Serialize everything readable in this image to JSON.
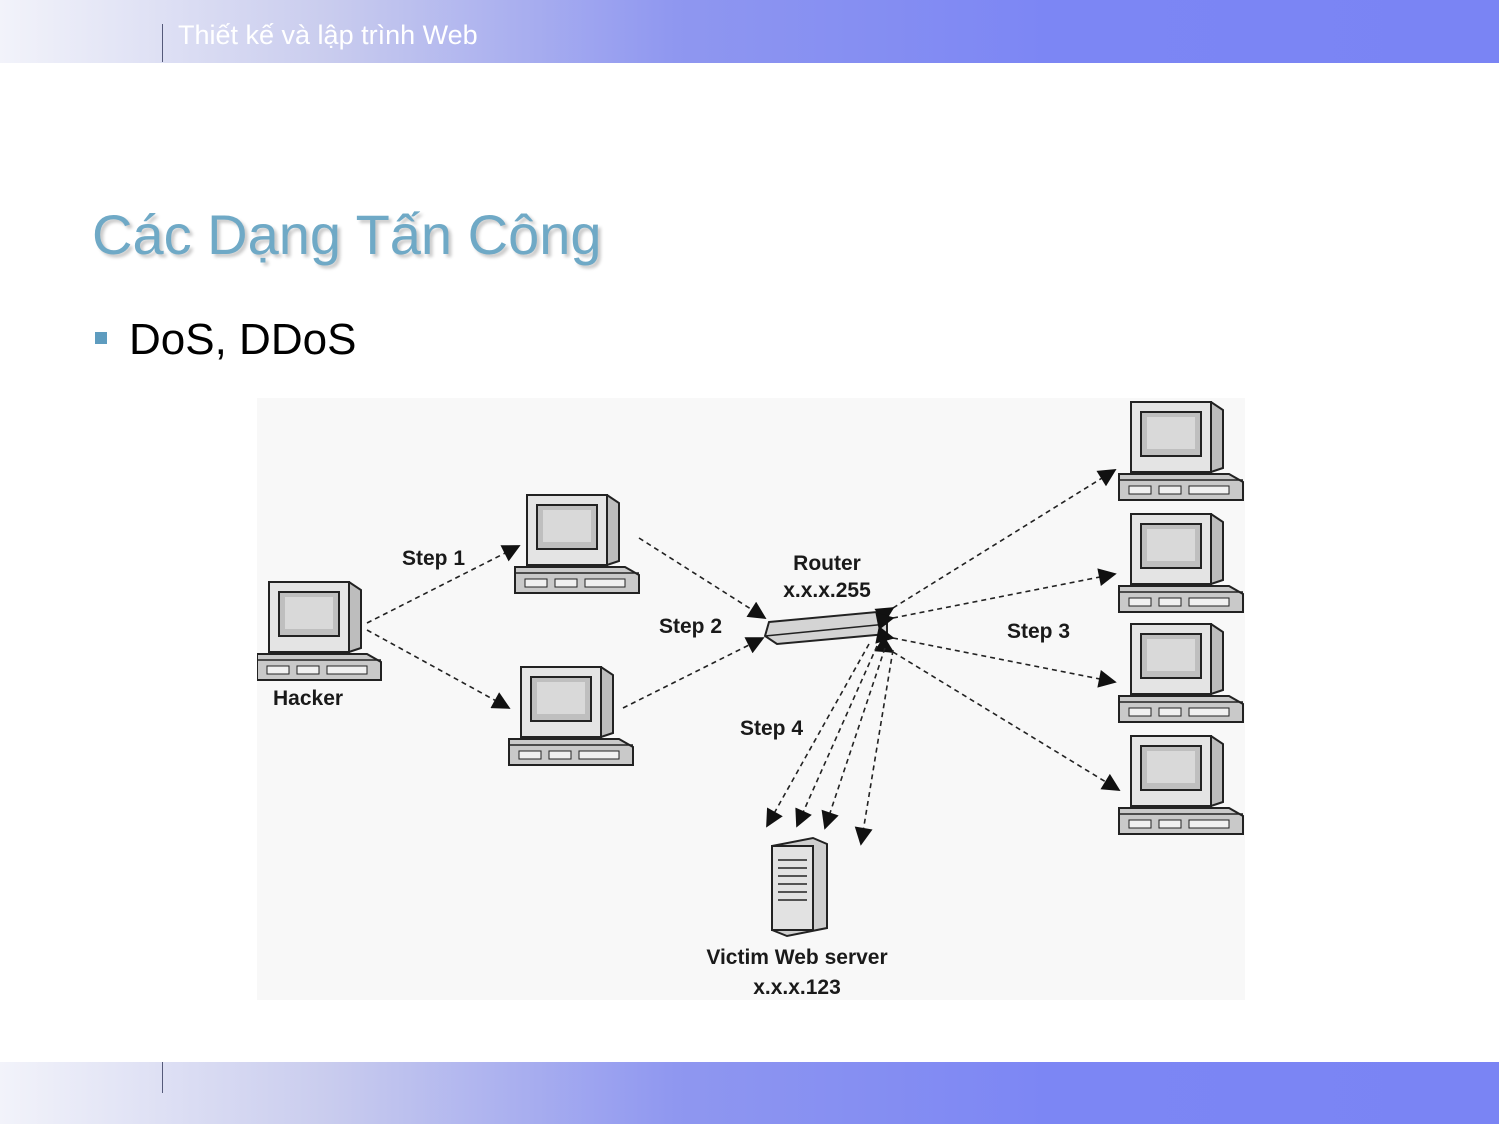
{
  "header": {
    "course_title": "Thiết kế và lập trình Web"
  },
  "slide": {
    "title": "Các Dạng Tấn Công",
    "bullets": [
      "DoS, DDoS"
    ]
  },
  "diagram": {
    "nodes": {
      "hacker": "Hacker",
      "router_name": "Router",
      "router_ip": "x.x.x.255",
      "victim_name": "Victim Web server",
      "victim_ip": "x.x.x.123"
    },
    "steps": [
      "Step 1",
      "Step 2",
      "Step 3",
      "Step 4"
    ]
  },
  "colors": {
    "title": "#6fa9c6",
    "bullet": "#5e9cbf",
    "band": "#7a84f4"
  }
}
